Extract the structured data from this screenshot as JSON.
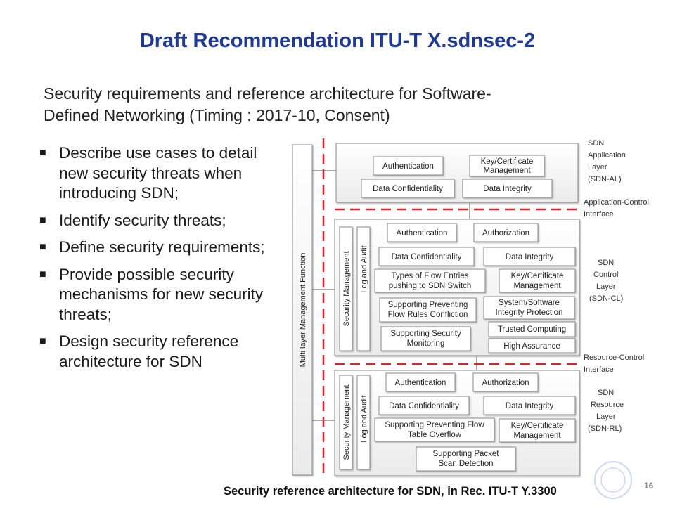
{
  "header": {
    "title": "Draft Recommendation ITU-T X.sdnsec-2",
    "subtitle_line1": "Security requirements and reference architecture for Software-",
    "subtitle_line2": "Defined Networking (Timing : 2017-10, Consent)"
  },
  "bullets": [
    "Describe use cases to detail new security threats when introducing SDN;",
    "Identify security threats;",
    "Define security requirements;",
    "Provide possible security mechanisms for new security threats;",
    "Design security reference architecture for SDN"
  ],
  "diagram": {
    "mlmf": "Multi layer Management Function",
    "app_layer": {
      "label_lines": [
        "SDN",
        "Application",
        "Layer",
        "(SDN-AL)"
      ],
      "blocks": {
        "authentication": "Authentication",
        "key_mgmt_l1": "Key/Certificate",
        "key_mgmt_l2": "Management",
        "data_confidentiality": "Data Confidentiality",
        "data_integrity": "Data Integrity"
      }
    },
    "app_ctrl_interface": [
      "Application-Control",
      "Interface"
    ],
    "control_layer": {
      "label_lines": [
        "SDN",
        "Control",
        "Layer",
        "(SDN-CL)"
      ],
      "security_management": "Security Management",
      "log_and_audit": "Log and Audit",
      "blocks": {
        "authentication": "Authentication",
        "authorization": "Authorization",
        "data_confidentiality": "Data Confidentiality",
        "data_integrity": "Data Integrity",
        "flow_entries_l1": "Types of Flow Entries",
        "flow_entries_l2": "pushing to SDN Switch",
        "key_mgmt_l1": "Key/Certificate",
        "key_mgmt_l2": "Management",
        "prevent_conflict_l1": "Supporting Preventing",
        "prevent_conflict_l2": "Flow Rules Confliction",
        "sys_integrity_l1": "System/Software",
        "sys_integrity_l2": "Integrity Protection",
        "trusted_computing": "Trusted Computing",
        "monitoring_l1": "Supporting Security",
        "monitoring_l2": "Monitoring",
        "high_assurance": "High Assurance"
      }
    },
    "res_ctrl_interface": [
      "Resource-Control",
      "Interface"
    ],
    "resource_layer": {
      "label_lines": [
        "SDN",
        "Resource",
        "Layer",
        "(SDN-RL)"
      ],
      "security_management": "Security Management",
      "log_and_audit": "Log and Audit",
      "blocks": {
        "authentication": "Authentication",
        "authorization": "Authorization",
        "data_confidentiality": "Data Confidentiality",
        "data_integrity": "Data Integrity",
        "overflow_l1": "Supporting Preventing Flow",
        "overflow_l2": "Table Overflow",
        "key_mgmt_l1": "Key/Certificate",
        "key_mgmt_l2": "Management",
        "scan_l1": "Supporting Packet",
        "scan_l2": "Scan Detection"
      }
    }
  },
  "caption": "Security reference architecture for SDN, in Rec. ITU-T Y.3300",
  "page_number": "16",
  "colors": {
    "title": "#1f3a93",
    "interface_line": "#e0202a",
    "box_border": "#8a8a8a"
  }
}
